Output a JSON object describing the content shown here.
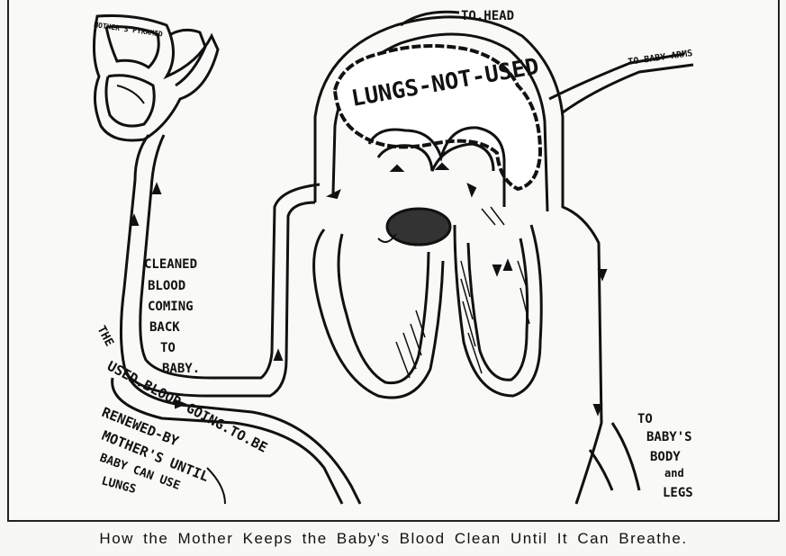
{
  "labels": {
    "mothers_pyramid": "MOTHER'S PYRAMID",
    "to_head": "TO.HEAD",
    "to_baby_arms": "TO BABY ARMS",
    "lungs_not_used": "LUNGS-NOT-USED",
    "cleaned_line1": "CLEANED",
    "cleaned_line2": "BLOOD",
    "cleaned_line3": "COMING",
    "cleaned_line4": "BACK",
    "cleaned_line5": "TO",
    "cleaned_line6": "BABY.",
    "used_line1": "THE",
    "used_line2": "USED.BLOOD GOING.TO.BE",
    "used_line3": "RENEWED-BY",
    "used_line4": "MOTHER'S UNTIL",
    "used_line5": "BABY CAN USE",
    "used_line6": "LUNGS",
    "to_body_line1": "TO",
    "to_body_line2": "BABY'S",
    "to_body_line3": "BODY",
    "to_body_line4": "and",
    "to_body_line5": "LEGS"
  },
  "caption": "How the Mother Keeps the Baby's Blood Clean Until It Can Breathe."
}
